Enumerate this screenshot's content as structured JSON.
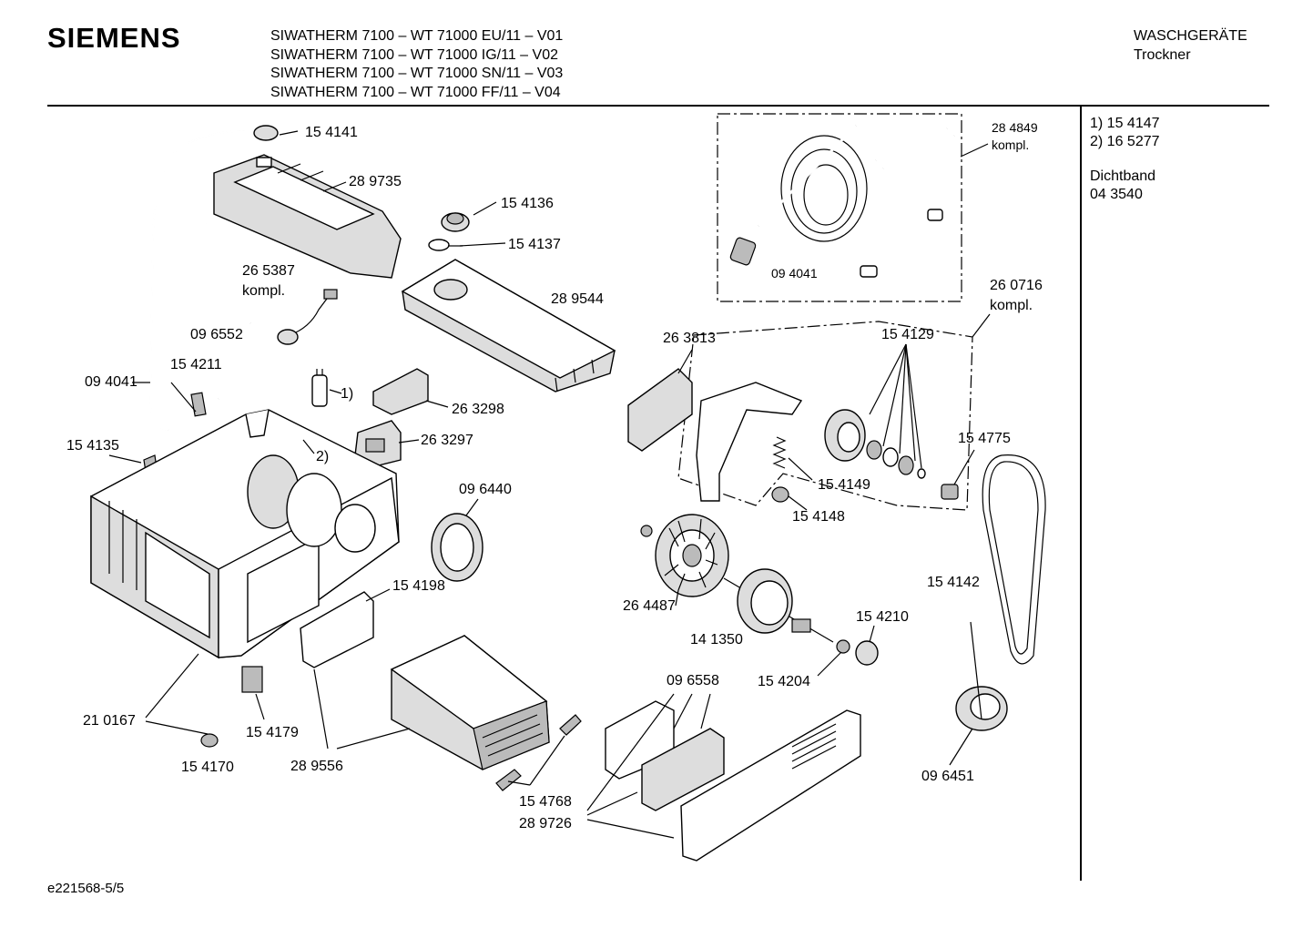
{
  "header": {
    "brand": "SIEMENS",
    "models": [
      "SIWATHERM 7100 – WT 71000 EU/11 – V01",
      "SIWATHERM 7100 – WT 71000 IG/11 – V02",
      "SIWATHERM 7100 – WT 71000 SN/11 – V03",
      "SIWATHERM 7100 – WT 71000 FF/11 – V04"
    ],
    "category": "WASCHGERÄTE",
    "subcategory": "Trockner"
  },
  "notes": {
    "note1": "1) 15 4147",
    "note2": "2) 16 5277",
    "seal_title": "Dichtband",
    "seal_number": "04 3540"
  },
  "footer": {
    "doc_id": "e221568-5/5"
  },
  "parts": {
    "p154141": "15 4141",
    "p289735": "28 9735",
    "p154136": "15 4136",
    "p154137": "15 4137",
    "p289544": "28 9544",
    "p265387": "26 5387",
    "p265387_k": "kompl.",
    "p096552": "09 6552",
    "p094041_left": "09 4041",
    "p154211": "15 4211",
    "p154135": "15 4135",
    "p_note1": "1)",
    "p_note2": "2)",
    "p263298": "26 3298",
    "p263297": "26 3297",
    "p096440": "09 6440",
    "p154198": "15 4198",
    "p210167": "21 0167",
    "p154170": "15 4170",
    "p154179": "15 4179",
    "p289556": "28 9556",
    "p154768": "15 4768",
    "p289726": "28 9726",
    "p096558": "09 6558",
    "p154204": "15 4204",
    "p141350": "14 1350",
    "p264487": "26 4487",
    "p154210": "15 4210",
    "p263813": "26 3813",
    "p154129": "15 4129",
    "p154149": "15 4149",
    "p154148": "15 4148",
    "p154775": "15 4775",
    "p154142": "15 4142",
    "p096451": "09 6451",
    "p260716": "26 0716",
    "p260716_k": "kompl.",
    "p284849": "28 4849",
    "p284849_k": "kompl.",
    "p094041_box": "09 4041"
  }
}
